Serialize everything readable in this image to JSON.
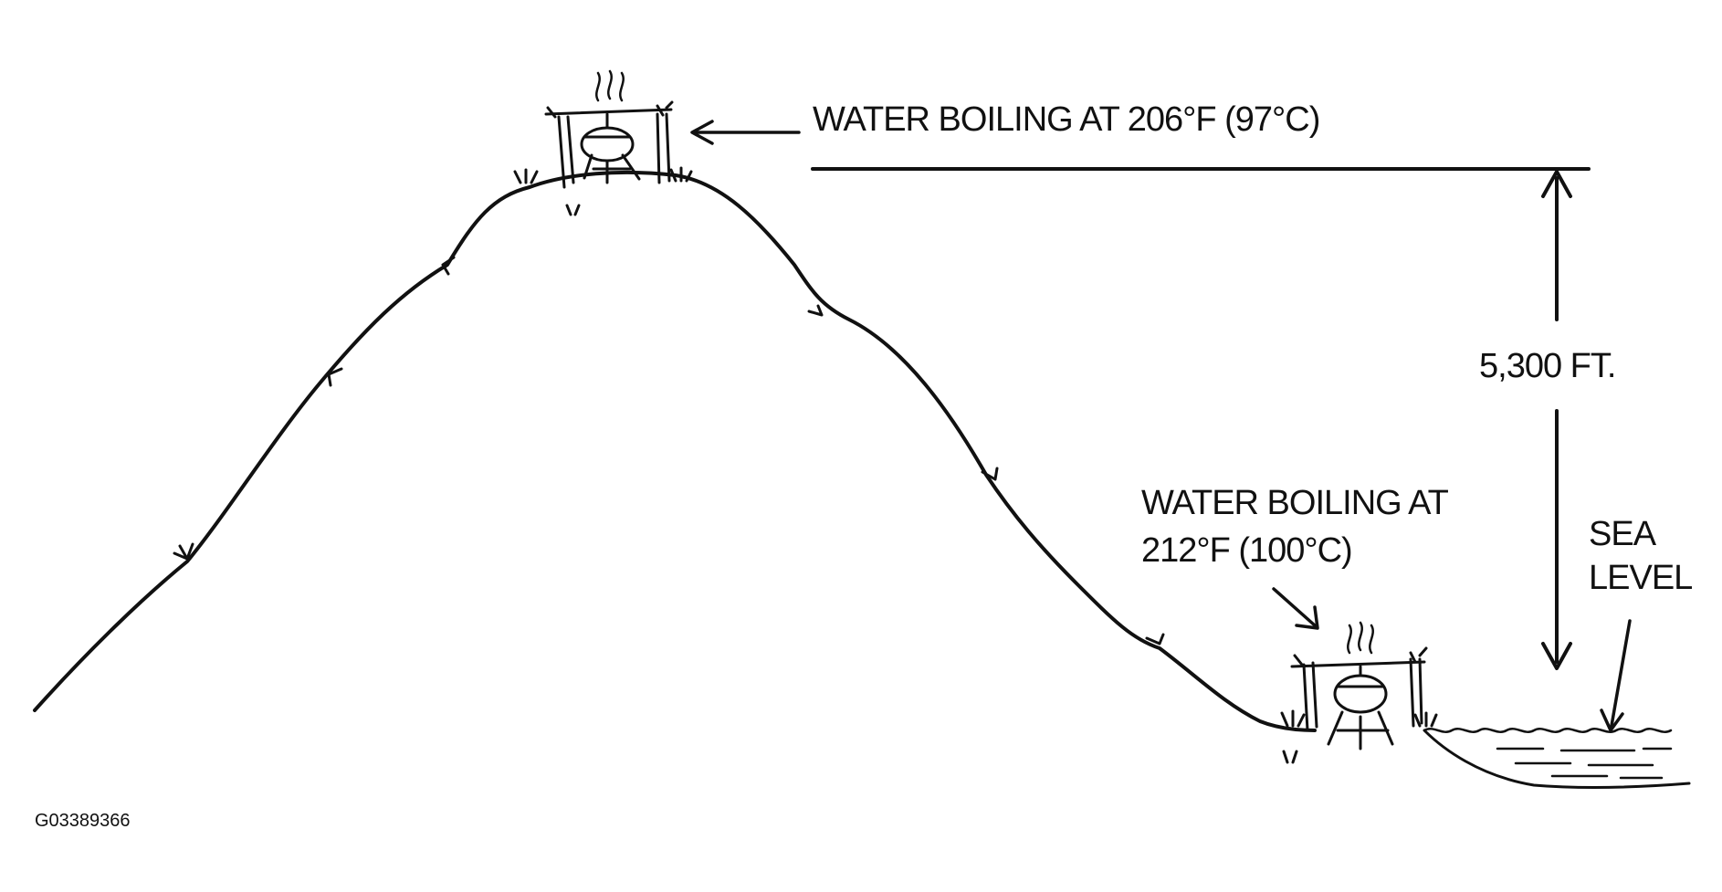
{
  "labels": {
    "summit": "WATER BOILING AT 206°F (97°C)",
    "sea_line1": "WATER BOILING AT",
    "sea_line2": "212°F (100°C)",
    "height": "5,300 FT.",
    "sea_level_line1": "SEA",
    "sea_level_line2": "LEVEL"
  },
  "figure_code": "G03389366",
  "colors": {
    "ink": "#111111",
    "background": "#ffffff"
  },
  "icons": [
    "campfire-pot-icon",
    "steam-icon",
    "grass-tuft-icon",
    "water-waves-icon"
  ]
}
